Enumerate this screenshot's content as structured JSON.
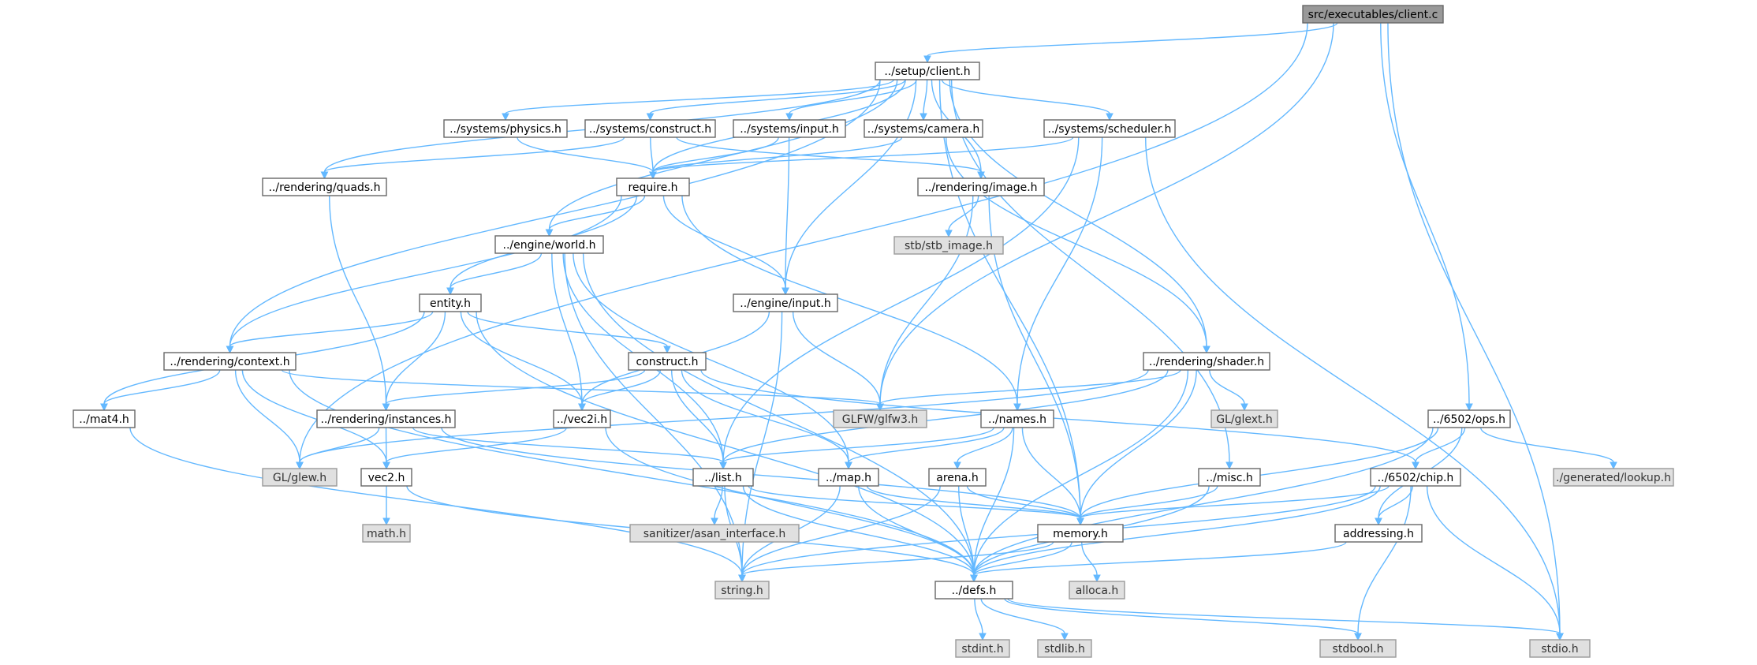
{
  "colors": {
    "edge": "#63b8ff",
    "node_border": "#666666",
    "source_fill": "#999999",
    "local_fill": "#ffffff",
    "system_fill": "#e0e0e0"
  },
  "nodes": [
    {
      "id": "client_c",
      "label": "src/executables/client.c",
      "kind": "source"
    },
    {
      "id": "setup_client",
      "label": "../setup/client.h",
      "kind": "local"
    },
    {
      "id": "sys_physics",
      "label": "../systems/physics.h",
      "kind": "local"
    },
    {
      "id": "sys_construct",
      "label": "../systems/construct.h",
      "kind": "local"
    },
    {
      "id": "sys_input",
      "label": "../systems/input.h",
      "kind": "local"
    },
    {
      "id": "sys_camera",
      "label": "../systems/camera.h",
      "kind": "local"
    },
    {
      "id": "sys_scheduler",
      "label": "../systems/scheduler.h",
      "kind": "local"
    },
    {
      "id": "rend_quads",
      "label": "../rendering/quads.h",
      "kind": "local"
    },
    {
      "id": "require",
      "label": "require.h",
      "kind": "local"
    },
    {
      "id": "rend_image",
      "label": "../rendering/image.h",
      "kind": "local"
    },
    {
      "id": "stb_image",
      "label": "stb/stb_image.h",
      "kind": "system"
    },
    {
      "id": "eng_world",
      "label": "../engine/world.h",
      "kind": "local"
    },
    {
      "id": "entity",
      "label": "entity.h",
      "kind": "local"
    },
    {
      "id": "eng_input",
      "label": "../engine/input.h",
      "kind": "local"
    },
    {
      "id": "rend_context",
      "label": "../rendering/context.h",
      "kind": "local"
    },
    {
      "id": "construct",
      "label": "construct.h",
      "kind": "local"
    },
    {
      "id": "rend_shader",
      "label": "../rendering/shader.h",
      "kind": "local"
    },
    {
      "id": "mat4",
      "label": "../mat4.h",
      "kind": "local"
    },
    {
      "id": "rend_instances",
      "label": "../rendering/instances.h",
      "kind": "local"
    },
    {
      "id": "vec2i",
      "label": "../vec2i.h",
      "kind": "local"
    },
    {
      "id": "glfw3",
      "label": "GLFW/glfw3.h",
      "kind": "system"
    },
    {
      "id": "names",
      "label": "../names.h",
      "kind": "local"
    },
    {
      "id": "glext",
      "label": "GL/glext.h",
      "kind": "system"
    },
    {
      "id": "ops",
      "label": "../6502/ops.h",
      "kind": "local"
    },
    {
      "id": "glew",
      "label": "GL/glew.h",
      "kind": "system"
    },
    {
      "id": "vec2",
      "label": "vec2.h",
      "kind": "local"
    },
    {
      "id": "list",
      "label": "../list.h",
      "kind": "local"
    },
    {
      "id": "map",
      "label": "../map.h",
      "kind": "local"
    },
    {
      "id": "arena",
      "label": "arena.h",
      "kind": "local"
    },
    {
      "id": "misc",
      "label": "../misc.h",
      "kind": "local"
    },
    {
      "id": "chip",
      "label": "../6502/chip.h",
      "kind": "local"
    },
    {
      "id": "lookup",
      "label": "./generated/lookup.h",
      "kind": "system"
    },
    {
      "id": "math",
      "label": "math.h",
      "kind": "system"
    },
    {
      "id": "asan",
      "label": "sanitizer/asan_interface.h",
      "kind": "system"
    },
    {
      "id": "memory",
      "label": "memory.h",
      "kind": "local"
    },
    {
      "id": "addressing",
      "label": "addressing.h",
      "kind": "local"
    },
    {
      "id": "string_h",
      "label": "string.h",
      "kind": "system"
    },
    {
      "id": "defs",
      "label": "../defs.h",
      "kind": "local"
    },
    {
      "id": "alloca",
      "label": "alloca.h",
      "kind": "system"
    },
    {
      "id": "stdint",
      "label": "stdint.h",
      "kind": "system"
    },
    {
      "id": "stdlib",
      "label": "stdlib.h",
      "kind": "system"
    },
    {
      "id": "stdbool",
      "label": "stdbool.h",
      "kind": "system"
    },
    {
      "id": "stdio",
      "label": "stdio.h",
      "kind": "system"
    }
  ],
  "edges": [
    [
      "client_c",
      "setup_client"
    ],
    [
      "client_c",
      "glew"
    ],
    [
      "client_c",
      "glfw3"
    ],
    [
      "client_c",
      "ops"
    ],
    [
      "client_c",
      "stdio"
    ],
    [
      "setup_client",
      "sys_physics"
    ],
    [
      "setup_client",
      "sys_construct"
    ],
    [
      "setup_client",
      "sys_input"
    ],
    [
      "setup_client",
      "sys_camera"
    ],
    [
      "setup_client",
      "sys_scheduler"
    ],
    [
      "setup_client",
      "rend_quads"
    ],
    [
      "setup_client",
      "require"
    ],
    [
      "setup_client",
      "rend_image"
    ],
    [
      "setup_client",
      "eng_world"
    ],
    [
      "setup_client",
      "rend_context"
    ],
    [
      "setup_client",
      "eng_input"
    ],
    [
      "setup_client",
      "rend_shader"
    ],
    [
      "setup_client",
      "memory"
    ],
    [
      "setup_client",
      "misc"
    ],
    [
      "sys_physics",
      "require"
    ],
    [
      "sys_construct",
      "require"
    ],
    [
      "sys_construct",
      "rend_quads"
    ],
    [
      "sys_construct",
      "rend_image"
    ],
    [
      "sys_input",
      "require"
    ],
    [
      "sys_input",
      "eng_input"
    ],
    [
      "sys_camera",
      "require"
    ],
    [
      "sys_camera",
      "rend_shader"
    ],
    [
      "sys_scheduler",
      "require"
    ],
    [
      "sys_scheduler",
      "list"
    ],
    [
      "sys_scheduler",
      "names"
    ],
    [
      "sys_scheduler",
      "stdio"
    ],
    [
      "rend_quads",
      "rend_instances"
    ],
    [
      "require",
      "eng_world"
    ],
    [
      "require",
      "entity"
    ],
    [
      "require",
      "eng_input"
    ],
    [
      "require",
      "rend_context"
    ],
    [
      "require",
      "names"
    ],
    [
      "rend_image",
      "stb_image"
    ],
    [
      "rend_image",
      "glfw3"
    ],
    [
      "rend_image",
      "memory"
    ],
    [
      "eng_world",
      "entity"
    ],
    [
      "eng_world",
      "vec2i"
    ],
    [
      "eng_world",
      "list"
    ],
    [
      "eng_world",
      "map"
    ],
    [
      "eng_world",
      "string_h"
    ],
    [
      "eng_world",
      "defs"
    ],
    [
      "entity",
      "rend_context"
    ],
    [
      "entity",
      "construct"
    ],
    [
      "entity",
      "mat4"
    ],
    [
      "entity",
      "rend_instances"
    ],
    [
      "entity",
      "vec2i"
    ],
    [
      "entity",
      "defs"
    ],
    [
      "eng_input",
      "glfw3"
    ],
    [
      "eng_input",
      "vec2i"
    ],
    [
      "eng_input",
      "string_h"
    ],
    [
      "rend_context",
      "mat4"
    ],
    [
      "rend_context",
      "glew"
    ],
    [
      "rend_context",
      "glfw3"
    ],
    [
      "rend_context",
      "vec2"
    ],
    [
      "rend_context",
      "defs"
    ],
    [
      "construct",
      "rend_instances"
    ],
    [
      "construct",
      "vec2i"
    ],
    [
      "construct",
      "list"
    ],
    [
      "construct",
      "map"
    ],
    [
      "construct",
      "chip"
    ],
    [
      "rend_shader",
      "glfw3"
    ],
    [
      "rend_shader",
      "glext"
    ],
    [
      "rend_shader",
      "glew"
    ],
    [
      "rend_shader",
      "memory"
    ],
    [
      "rend_shader",
      "defs"
    ],
    [
      "rend_shader",
      "list"
    ],
    [
      "mat4",
      "string_h"
    ],
    [
      "rend_instances",
      "glew"
    ],
    [
      "rend_instances",
      "vec2"
    ],
    [
      "rend_instances",
      "list"
    ],
    [
      "rend_instances",
      "memory"
    ],
    [
      "vec2i",
      "vec2"
    ],
    [
      "vec2i",
      "defs"
    ],
    [
      "names",
      "list"
    ],
    [
      "names",
      "map"
    ],
    [
      "names",
      "arena"
    ],
    [
      "names",
      "memory"
    ],
    [
      "names",
      "defs"
    ],
    [
      "ops",
      "chip"
    ],
    [
      "ops",
      "lookup"
    ],
    [
      "ops",
      "addressing"
    ],
    [
      "ops",
      "memory"
    ],
    [
      "ops",
      "defs"
    ],
    [
      "vec2",
      "math"
    ],
    [
      "vec2",
      "defs"
    ],
    [
      "list",
      "asan"
    ],
    [
      "list",
      "string_h"
    ],
    [
      "list",
      "memory"
    ],
    [
      "list",
      "defs"
    ],
    [
      "map",
      "memory"
    ],
    [
      "map",
      "defs"
    ],
    [
      "map",
      "string_h"
    ],
    [
      "arena",
      "memory"
    ],
    [
      "arena",
      "defs"
    ],
    [
      "arena",
      "string_h"
    ],
    [
      "misc",
      "memory"
    ],
    [
      "misc",
      "defs"
    ],
    [
      "chip",
      "addressing"
    ],
    [
      "chip",
      "memory"
    ],
    [
      "chip",
      "defs"
    ],
    [
      "chip",
      "stdbool"
    ],
    [
      "chip",
      "stdio"
    ],
    [
      "chip",
      "string_h"
    ],
    [
      "memory",
      "alloca"
    ],
    [
      "memory",
      "defs"
    ],
    [
      "memory",
      "string_h"
    ],
    [
      "addressing",
      "defs"
    ],
    [
      "defs",
      "stdint"
    ],
    [
      "defs",
      "stdlib"
    ],
    [
      "defs",
      "stdbool"
    ],
    [
      "defs",
      "stdio"
    ]
  ]
}
